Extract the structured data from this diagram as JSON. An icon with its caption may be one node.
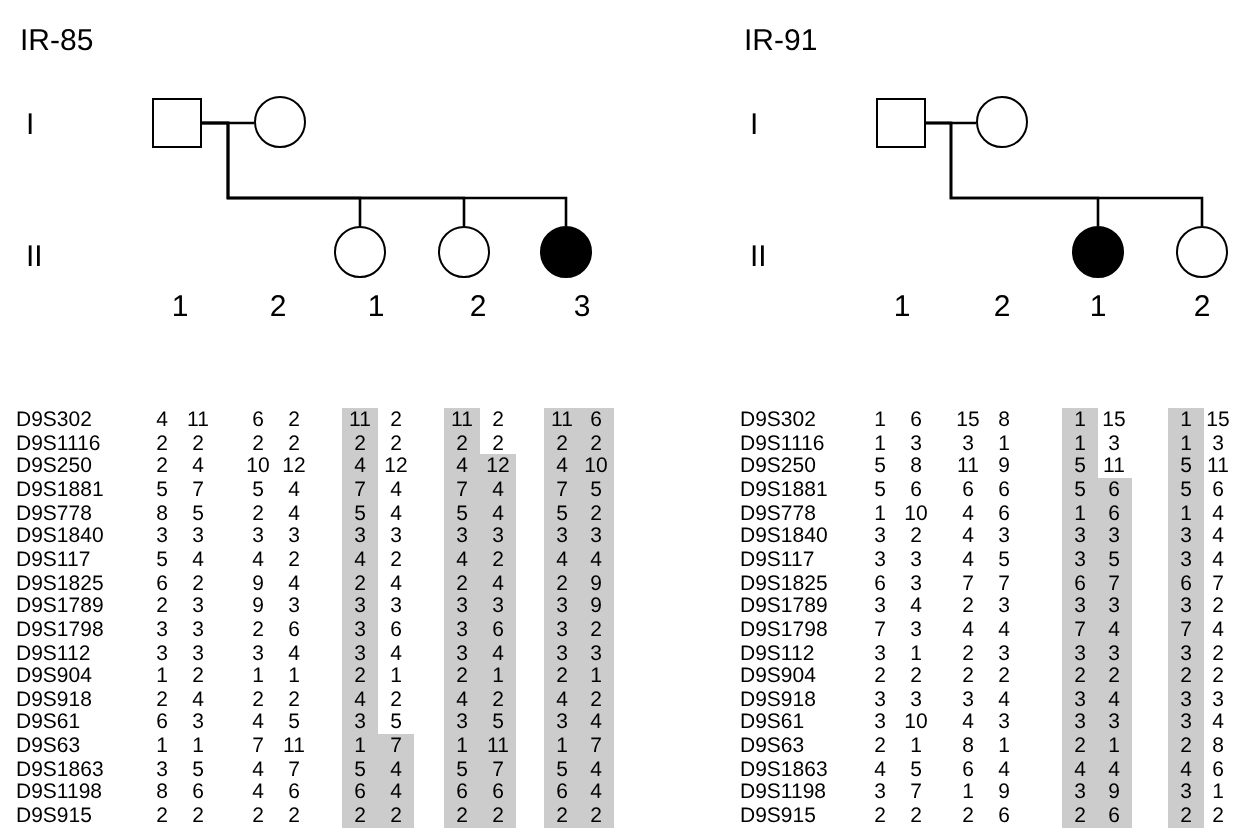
{
  "diagram": {
    "nodes": [
      {
        "text": [],
        "shape": "box"
      },
      {
        "text": [],
        "shape": "circle"
      },
      {
        "text": [],
        "shape": "circle"
      },
      {
        "text": [],
        "shape": "circle"
      },
      {
        "text": [],
        "shape": "circle"
      },
      {
        "text": [],
        "shape": "box"
      },
      {
        "text": [],
        "shape": "circle"
      },
      {
        "text": [],
        "shape": "circle"
      },
      {
        "text": [],
        "shape": "circle"
      }
    ],
    "edges": [
      {
        "from": 0,
        "to": 1,
        "arrow": "none"
      },
      {
        "from": 0,
        "to": 2,
        "arrow": "none"
      },
      {
        "from": 0,
        "to": 3,
        "arrow": "none"
      },
      {
        "from": 0,
        "to": 4,
        "arrow": "none"
      },
      {
        "from": 5,
        "to": 6,
        "arrow": "none"
      },
      {
        "from": 5,
        "to": 7,
        "arrow": "none"
      },
      {
        "from": 5,
        "to": 8,
        "arrow": "none"
      }
    ],
    "labels": [
      "IR-85",
      "I",
      "II",
      "1",
      "2",
      "1",
      "2",
      "3",
      "D9S302",
      "4",
      "11",
      "6",
      "2",
      "11",
      "2",
      "11",
      "2",
      "11",
      "6",
      "D9S1116",
      "2",
      "2",
      "2",
      "2",
      "2",
      "2",
      "2",
      "2",
      "2",
      "2",
      "D9S250",
      "2",
      "4",
      "10",
      "12",
      "4",
      "12",
      "4",
      "12",
      "4",
      "10",
      "D9S1881",
      "5",
      "7",
      "5",
      "4",
      "7",
      "4",
      "7",
      "4",
      "7",
      "5",
      "D9S778",
      "8",
      "5",
      "2",
      "4",
      "5",
      "4",
      "5",
      "4",
      "5",
      "2",
      "D9S1840",
      "3",
      "3",
      "3",
      "3",
      "3",
      "3",
      "3",
      "3",
      "3",
      "3",
      "D9S117",
      "5",
      "4",
      "4",
      "2",
      "4",
      "2",
      "4",
      "2",
      "4",
      "4",
      "D9S1825",
      "6",
      "2",
      "9",
      "4",
      "2",
      "4",
      "2",
      "4",
      "2",
      "9",
      "D9S1789",
      "2",
      "3",
      "9",
      "3",
      "3",
      "3",
      "3",
      "3",
      "3",
      "9",
      "D9S1798",
      "3",
      "3",
      "2",
      "6",
      "3",
      "6",
      "3",
      "6",
      "3",
      "2",
      "D9S112",
      "3",
      "3",
      "3",
      "4",
      "3",
      "4",
      "3",
      "4",
      "3",
      "3",
      "D9S904",
      "1",
      "2",
      "1",
      "1",
      "2",
      "1",
      "2",
      "1",
      "2",
      "1",
      "D9S918",
      "2",
      "4",
      "2",
      "2",
      "4",
      "2",
      "4",
      "2",
      "4",
      "2",
      "D9S61",
      "6",
      "3",
      "4",
      "5",
      "3",
      "5",
      "3",
      "5",
      "3",
      "4",
      "D9S63",
      "1",
      "1",
      "7",
      "11",
      "1",
      "7",
      "1",
      "11",
      "1",
      "7",
      "D9S1863",
      "3",
      "5",
      "4",
      "7",
      "5",
      "4",
      "5",
      "7",
      "5",
      "4",
      "D9S1198",
      "8",
      "6",
      "4",
      "6",
      "6",
      "4",
      "6",
      "6",
      "6",
      "4",
      "D9S915",
      "2",
      "2",
      "2",
      "2",
      "2",
      "2",
      "2",
      "2",
      "2",
      "2",
      "IR-91",
      "I",
      "II",
      "1",
      "2",
      "1",
      "2",
      "D9S302",
      "1",
      "6",
      "15",
      "8",
      "1",
      "15",
      "1",
      "15",
      "D9S1116",
      "1",
      "3",
      "3",
      "1",
      "1",
      "3",
      "1",
      "3",
      "D9S250",
      "5",
      "8",
      "11",
      "9",
      "5",
      "11",
      "5",
      "11",
      "D9S1881",
      "5",
      "6",
      "6",
      "6",
      "5",
      "6",
      "5",
      "6",
      "D9S778",
      "1",
      "10",
      "4",
      "6",
      "1",
      "6",
      "1",
      "4",
      "D9S1840",
      "3",
      "2",
      "4",
      "3",
      "3",
      "3",
      "3",
      "4",
      "D9S117",
      "3",
      "3",
      "4",
      "5",
      "3",
      "5",
      "3",
      "4",
      "D9S1825",
      "6",
      "3",
      "7",
      "7",
      "6",
      "7",
      "6",
      "7",
      "D9S1789",
      "3",
      "4",
      "2",
      "3",
      "3",
      "3",
      "3",
      "2",
      "D9S1798",
      "7",
      "3",
      "4",
      "4",
      "7",
      "4",
      "7",
      "4",
      "D9S112",
      "3",
      "1",
      "2",
      "3",
      "3",
      "3",
      "3",
      "2",
      "D9S904",
      "2",
      "2",
      "2",
      "2",
      "2",
      "2",
      "2",
      "2",
      "D9S918",
      "3",
      "3",
      "3",
      "4",
      "3",
      "4",
      "3",
      "3",
      "D9S61",
      "3",
      "10",
      "4",
      "3",
      "3",
      "3",
      "3",
      "4",
      "D9S63",
      "2",
      "1",
      "8",
      "1",
      "2",
      "1",
      "2",
      "8",
      "D9S1863",
      "4",
      "5",
      "6",
      "4",
      "4",
      "4",
      "4",
      "6",
      "D9S1198",
      "3",
      "7",
      "1",
      "9",
      "3",
      "9",
      "3",
      "1",
      "D9S915",
      "2",
      "2",
      "2",
      "6",
      "2",
      "6",
      "2",
      "2"
    ]
  }
}
